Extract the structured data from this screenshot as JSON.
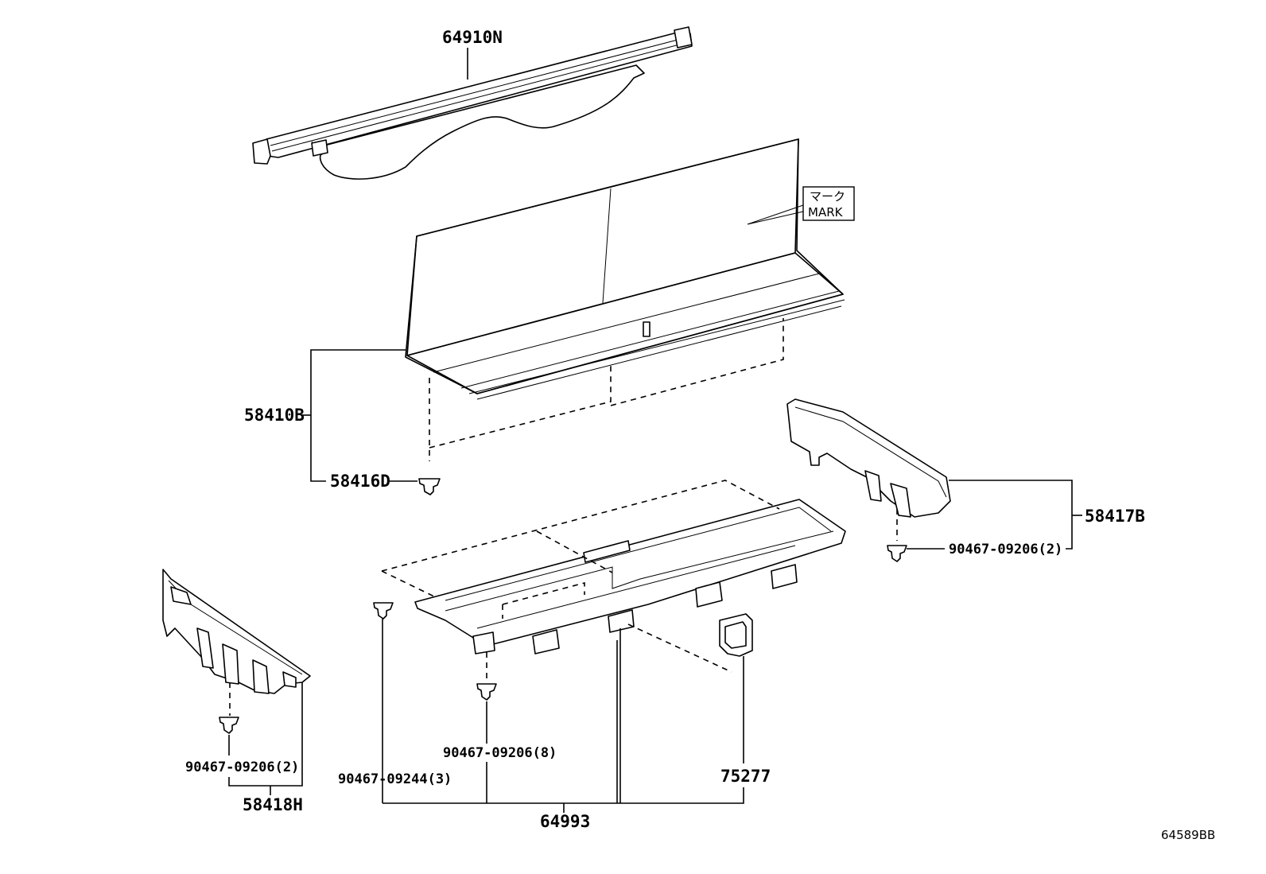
{
  "labels": {
    "p64910N": "64910N",
    "p58410B": "58410B",
    "p58416D": "58416D",
    "p58417B": "58417B",
    "p90467_09206_2_right": "90467-09206(2)",
    "p90467_09206_2_left": "90467-09206(2)",
    "p58418H": "58418H",
    "p90467_09206_8": "90467-09206(8)",
    "p90467_09244_3": "90467-09244(3)",
    "p75277": "75277",
    "p64993": "64993"
  },
  "mark": {
    "line1": "マーク",
    "line2": "MARK"
  },
  "diagram_code": "64589BB"
}
